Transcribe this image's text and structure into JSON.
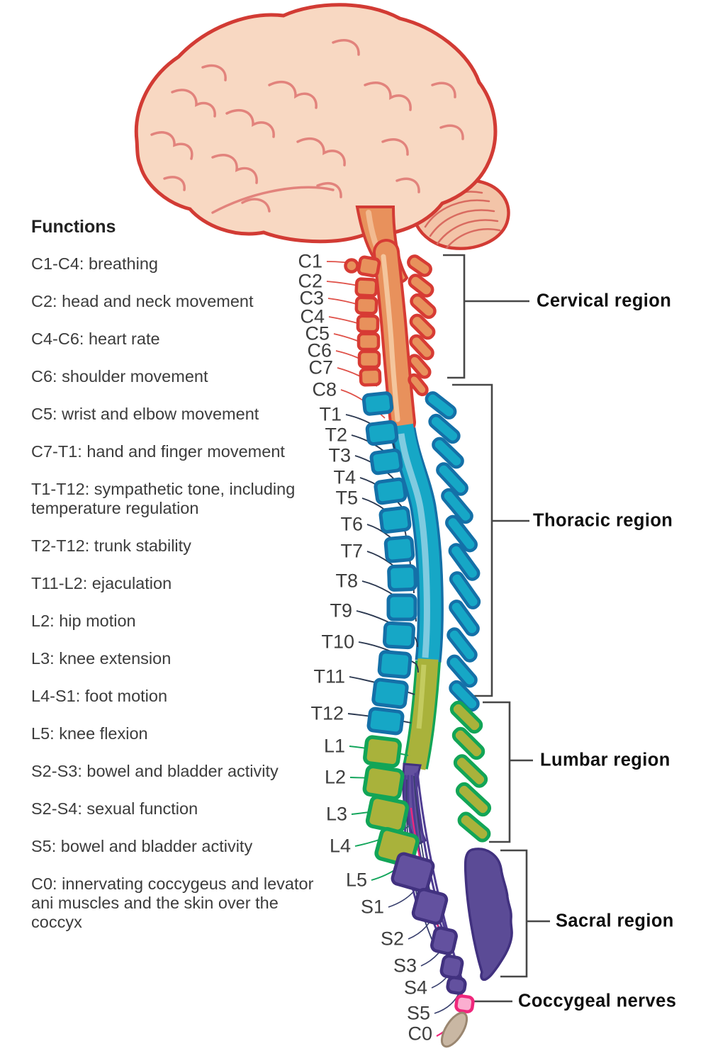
{
  "functions": {
    "heading": "Functions",
    "items": [
      "C1-C4: breathing",
      "C2: head and neck movement",
      "C4-C6: heart rate",
      "C6: shoulder movement",
      "C5: wrist and elbow movement",
      "C7-T1: hand and finger movement",
      "T1-T12: sympathetic tone, including temperature regulation",
      "T2-T12: trunk stability",
      "T11-L2: ejaculation",
      "L2: hip motion",
      "L3: knee extension",
      "L4-S1: foot motion",
      "L5: knee flexion",
      "S2-S3: bowel and bladder activity",
      "S2-S4: sexual function",
      "S5: bowel and bladder activity",
      "C0: innervating coccygeus and levator ani muscles and the skin over the coccyx"
    ]
  },
  "spine": {
    "segments": [
      "C1",
      "C2",
      "C3",
      "C4",
      "C5",
      "C6",
      "C7",
      "C8",
      "T1",
      "T2",
      "T3",
      "T4",
      "T5",
      "T6",
      "T7",
      "T8",
      "T9",
      "T10",
      "T11",
      "T12",
      "L1",
      "L2",
      "L3",
      "L4",
      "L5",
      "S1",
      "S2",
      "S3",
      "S4",
      "S5",
      "C0"
    ]
  },
  "regions": [
    {
      "label": "Cervical region",
      "fill": "#E8915C",
      "outline": "#D73B34"
    },
    {
      "label": "Thoracic region",
      "fill": "#16A7C6",
      "outline": "#1470A8"
    },
    {
      "label": "Lumbar region",
      "fill": "#A9B23B",
      "outline": "#12A557"
    },
    {
      "label": "Sacral region",
      "fill": "#63519F",
      "outline": "#41317F"
    },
    {
      "label": "Coccygeal nerves",
      "fill": "#FBAED0",
      "outline": "#F0277C"
    }
  ],
  "colors": {
    "brain_fill": "#F8D8C2",
    "brain_outline": "#D23B34",
    "sulci": "#E2837C",
    "cerebellum_fill": "#F3C4A8",
    "cord_stripe_cervical": "#F4C59C",
    "cord_stripe_thoracic": "#7FCBE0",
    "cord_stripe_lumbar": "#C3CB5F",
    "coccyx_fill": "#C9B7A3",
    "coccyx_outline": "#9A8670",
    "bracket": "#474747",
    "nerve_cervical": "#DF5048",
    "nerve_thoracic": "#2B3850",
    "nerve_lumbar": "#12A55B",
    "nerve_sacral": "#39406E",
    "nerve_coccygeal": "#F0277C"
  }
}
